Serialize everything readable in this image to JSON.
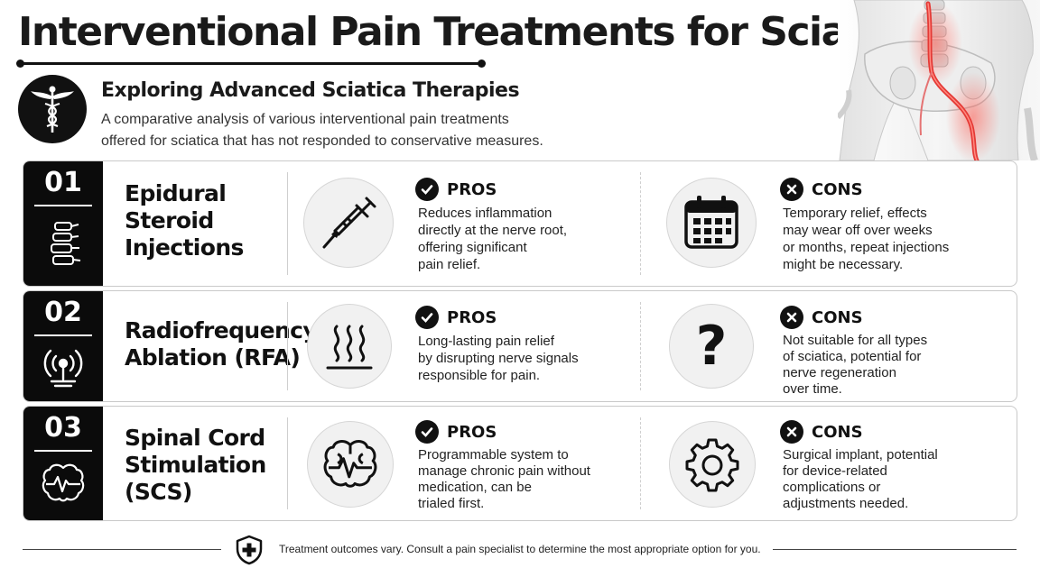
{
  "header": {
    "title": "Interventional Pain Treatments for Sciatica",
    "subtitle": "Exploring Advanced Sciatica Therapies",
    "intro_line1": "A comparative analysis of various interventional pain treatments",
    "intro_line2": "offered for sciatica that has not responded to conservative measures.",
    "header_icon": "caduceus-icon",
    "illustration": "spine-with-sciatic-nerve-illustration"
  },
  "treatments": [
    {
      "number": "01",
      "name_lines": [
        "Epidural",
        "Steroid",
        "Injections"
      ],
      "side_icon": "vertebrae-icon",
      "pros_icon": "syringe-icon",
      "cons_icon": "calendar-icon",
      "pros_label": "PROS",
      "cons_label": "CONS",
      "pros_lines": [
        "Reduces inflammation",
        "directly at the nerve root,",
        "offering significant",
        "pain relief."
      ],
      "cons_lines": [
        "Temporary relief, effects",
        "may wear off over weeks",
        "or months, repeat injections",
        "might be necessary."
      ]
    },
    {
      "number": "02",
      "name_lines": [
        "Radiofrequency",
        "Ablation (RFA)"
      ],
      "side_icon": "radio-signal-icon",
      "pros_icon": "heat-waves-icon",
      "cons_icon": "question-mark-icon",
      "pros_label": "PROS",
      "cons_label": "CONS",
      "pros_lines": [
        "Long-lasting pain relief",
        "by disrupting nerve signals",
        "responsible for pain."
      ],
      "cons_lines": [
        "Not suitable for all types",
        "of sciatica, potential for",
        "nerve regeneration",
        "over time."
      ]
    },
    {
      "number": "03",
      "name_lines": [
        "Spinal Cord",
        "Stimulation",
        "(SCS)"
      ],
      "side_icon": "brain-pulse-icon",
      "pros_icon": "brain-pulse-icon",
      "cons_icon": "gear-icon",
      "pros_label": "PROS",
      "cons_label": "CONS",
      "pros_lines": [
        "Programmable system to",
        "manage chronic pain without",
        "medication, can be",
        "trialed first."
      ],
      "cons_lines": [
        "Surgical implant, potential",
        "for device-related",
        "complications or",
        "adjustments needed."
      ]
    }
  ],
  "footer": {
    "icon": "shield-plus-icon",
    "text": "Treatment outcomes vary. Consult a pain specialist to determine the most appropriate option for you."
  },
  "colors": {
    "primary": "#111111",
    "nerve_highlight": "#e53935",
    "border": "#c9c9c9",
    "icon_circle": "#f1f1f1"
  }
}
